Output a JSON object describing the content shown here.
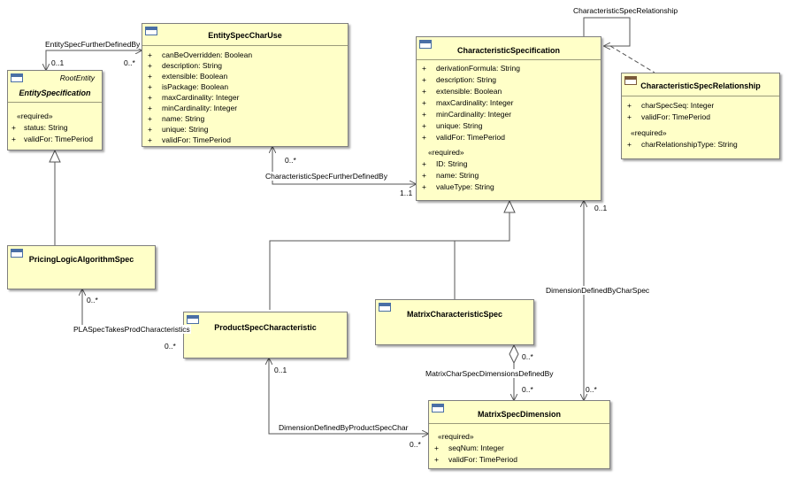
{
  "classes": {
    "entity_specification": {
      "stereotype": "RootEntity",
      "name": "EntitySpecification",
      "section": "«required»",
      "attributes": [
        "status: String",
        "validFor: TimePeriod"
      ]
    },
    "entity_spec_char_use": {
      "name": "EntitySpecCharUse",
      "attributes": [
        "canBeOverridden: Boolean",
        "description: String",
        "extensible: Boolean",
        "isPackage: Boolean",
        "maxCardinality: Integer",
        "minCardinality: Integer",
        "name: String",
        "unique: String",
        "validFor: TimePeriod"
      ]
    },
    "characteristic_specification": {
      "name": "CharacteristicSpecification",
      "attributes": [
        "derivationFormula: String",
        "description: String",
        "extensible: Boolean",
        "maxCardinality: Integer",
        "minCardinality: Integer",
        "unique: String",
        "validFor: TimePeriod"
      ],
      "section": "«required»",
      "required_attributes": [
        "ID: String",
        "name: String",
        "valueType: String"
      ]
    },
    "characteristic_spec_relationship": {
      "name": "CharacteristicSpecRelationship",
      "attributes": [
        "charSpecSeq: Integer",
        "validFor: TimePeriod"
      ],
      "section": "«required»",
      "required_attributes": [
        "charRelationshipType: String"
      ]
    },
    "pricing_logic_algorithm_spec": {
      "name": "PricingLogicAlgorithmSpec"
    },
    "product_spec_characteristic": {
      "name": "ProductSpecCharacteristic"
    },
    "matrix_characteristic_spec": {
      "name": "MatrixCharacteristicSpec"
    },
    "matrix_spec_dimension": {
      "name": "MatrixSpecDimension",
      "section": "«required»",
      "attributes": [
        "seqNum: Integer",
        "validFor: TimePeriod"
      ]
    }
  },
  "visibility_marker": "+",
  "associations": {
    "entity_spec_further_defined_by": {
      "label": "EntitySpecFurtherDefinedBy",
      "mult_a": "0..1",
      "mult_b": "0..*"
    },
    "characteristic_spec_relationship": {
      "label": "CharacteristicSpecRelationship"
    },
    "characteristic_spec_further_defined_by": {
      "label": "CharacteristicSpecFurtherDefinedBy",
      "mult_a": "0..*",
      "mult_b": "1..1"
    },
    "dimension_defined_by_char_spec": {
      "label": "DimensionDefinedByCharSpec",
      "mult_a": "0..1",
      "mult_b": "0..*"
    },
    "pla_spec_takes_prod_characteristics": {
      "label": "PLASpecTakesProdCharacteristics",
      "mult_a": "0..*",
      "mult_b": "0..*"
    },
    "matrix_char_spec_dimensions_defined_by": {
      "label": "MatrixCharSpecDimensionsDefinedBy",
      "mult_a": "0..*",
      "mult_b": "0..*"
    },
    "dimension_defined_by_product_spec_char": {
      "label": "DimensionDefinedByProductSpecChar",
      "mult_a": "0..1",
      "mult_b": "0..*"
    }
  },
  "colors": {
    "class_fill": "#ffffc8",
    "class_border": "#7f7f7f",
    "line": "#555555",
    "icon": "#4a6fa5"
  }
}
